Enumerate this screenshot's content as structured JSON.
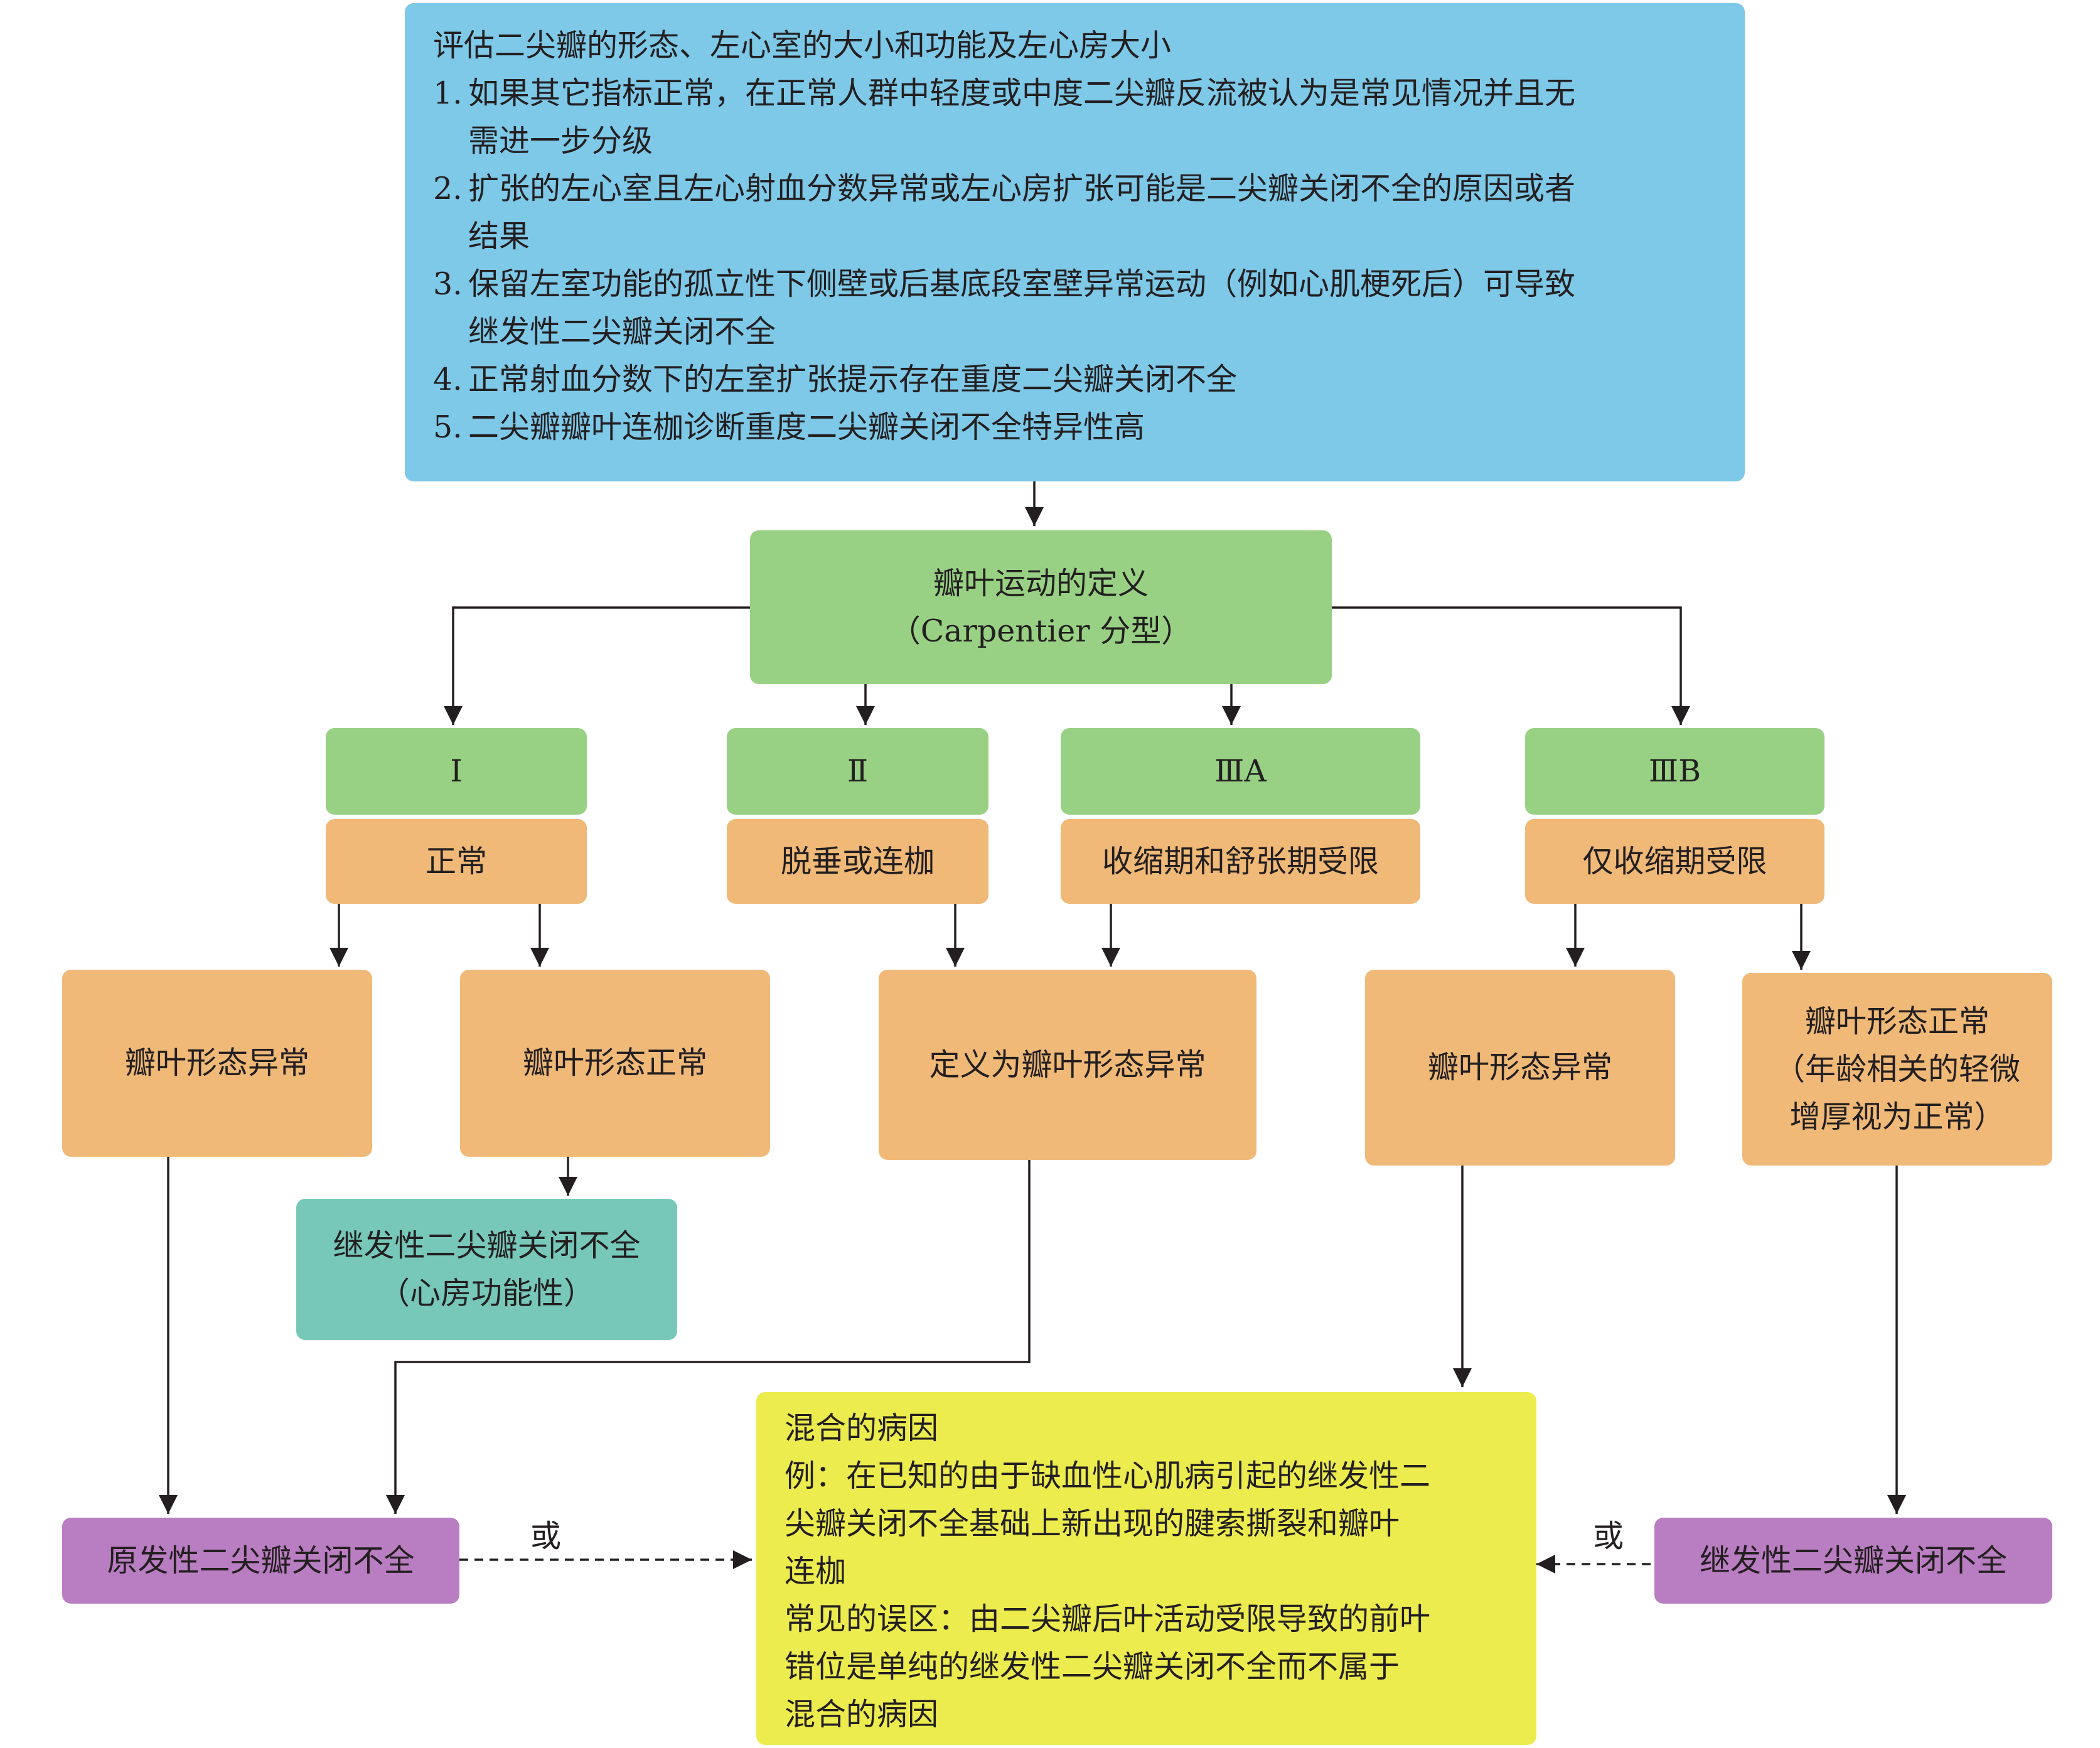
{
  "top": {
    "title": "评估二尖瓣的形态、左心室的大小和功能及左心房大小",
    "items": [
      {
        "num": "1.",
        "line1": "如果其它指标正常，在正常人群中轻度或中度二尖瓣反流被认为是常见情况并且无",
        "line2": "需进一步分级"
      },
      {
        "num": "2.",
        "line1": "扩张的左心室且左心射血分数异常或左心房扩张可能是二尖瓣关闭不全的原因或者",
        "line2": "结果"
      },
      {
        "num": "3.",
        "line1": "保留左室功能的孤立性下侧壁或后基底段室壁异常运动（例如心肌梗死后）可导致",
        "line2": "继发性二尖瓣关闭不全"
      },
      {
        "num": "4.",
        "line1": "正常射血分数下的左室扩张提示存在重度二尖瓣关闭不全",
        "line2": ""
      },
      {
        "num": "5.",
        "line1": "二尖瓣瓣叶连枷诊断重度二尖瓣关闭不全特异性高",
        "line2": ""
      }
    ]
  },
  "definition": {
    "line1": "瓣叶运动的定义",
    "line2": "（Carpentier 分型）"
  },
  "types": [
    {
      "label": "Ⅰ",
      "desc": "正常"
    },
    {
      "label": "Ⅱ",
      "desc": "脱垂或连枷"
    },
    {
      "label": "ⅢA",
      "desc": "收缩期和舒张期受限"
    },
    {
      "label": "ⅢB",
      "desc": "仅收缩期受限"
    }
  ],
  "outcomes": {
    "i_abnormal": "瓣叶形态异常",
    "i_normal": "瓣叶形态正常",
    "ii_iiia": "定义为瓣叶形态异常",
    "iiib_abnormal": "瓣叶形态异常",
    "iiib_normal": [
      "瓣叶形态正常",
      "（年龄相关的轻微",
      "增厚视为正常）"
    ]
  },
  "atrial_functional": [
    "继发性二尖瓣关闭不全",
    "（心房功能性）"
  ],
  "primary": "原发性二尖瓣关闭不全",
  "secondary": "继发性二尖瓣关闭不全",
  "or_labels": [
    "或",
    "或"
  ],
  "mixed": [
    "混合的病因",
    "例：在已知的由于缺血性心肌病引起的继发性二",
    "尖瓣关闭不全基础上新出现的腱索撕裂和瓣叶",
    "连枷",
    "常见的误区：由二尖瓣后叶活动受限导致的前叶",
    "错位是单纯的继发性二尖瓣关闭不全而不属于",
    "混合的病因"
  ],
  "colors": {
    "blue": "#7ec8e8",
    "green": "#98d184",
    "orange": "#f0b978",
    "teal": "#78c8ba",
    "purple": "#b97dc1",
    "yellow": "#ecec4e"
  }
}
